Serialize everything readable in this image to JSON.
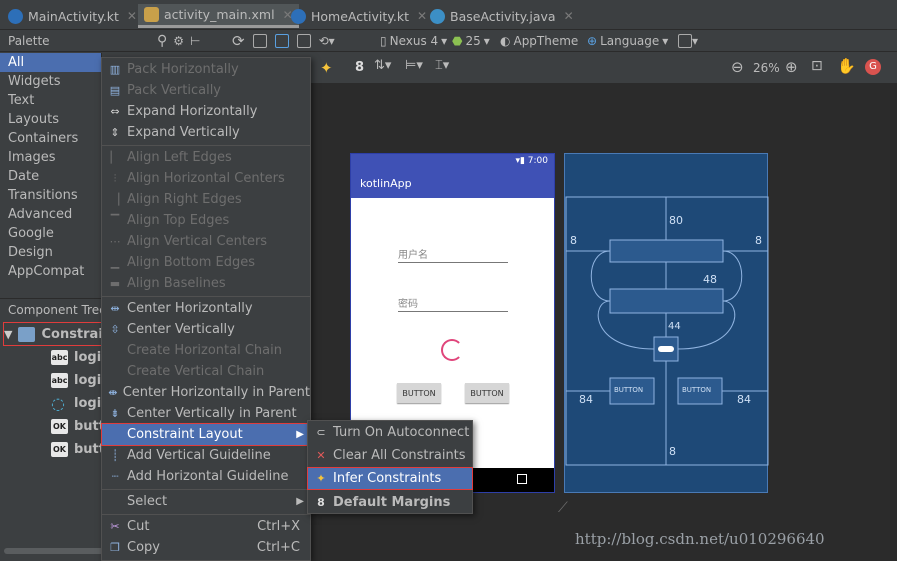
{
  "tabs": [
    {
      "label": "MainActivity.kt",
      "icon": "kotlin-file-icon",
      "active": false
    },
    {
      "label": "activity_main.xml",
      "icon": "xml-file-icon",
      "active": true
    },
    {
      "label": "HomeActivity.kt",
      "icon": "kotlin-file-icon",
      "active": false
    },
    {
      "label": "BaseActivity.java",
      "icon": "java-class-icon",
      "active": false
    }
  ],
  "toolbar": {
    "palette_label": "Palette",
    "device": "Nexus 4",
    "api_level": "25",
    "theme": "AppTheme",
    "language": "Language"
  },
  "categories": [
    "All",
    "Widgets",
    "Text",
    "Layouts",
    "Containers",
    "Images",
    "Date",
    "Transitions",
    "Advanced",
    "Google",
    "Design",
    "AppCompat"
  ],
  "component_tree": {
    "header": "Component Tree",
    "root": "Constrai",
    "children": [
      {
        "icon": "abc",
        "label": "login"
      },
      {
        "icon": "abc",
        "label": "login"
      },
      {
        "icon": "progress",
        "label": "login"
      },
      {
        "icon": "OK",
        "label": "butto"
      },
      {
        "icon": "OK",
        "label": "butto"
      }
    ]
  },
  "design_toolbar": {
    "margin_value": "8",
    "zoom": "26%"
  },
  "phone": {
    "time": "7:00",
    "app_title": "kotlinApp",
    "username_hint": "用户名",
    "password_hint": "密码",
    "button1": "BUTTON",
    "button2": "BUTTON"
  },
  "blueprint": {
    "top_margin": "80",
    "left_margin": "8",
    "right_margin": "8",
    "mid_margin": "48",
    "progress_margin": "44",
    "button_left_margin": "84",
    "button_right_margin": "84",
    "bottom_margin": "8",
    "button1": "BUTTON",
    "button2": "BUTTON"
  },
  "context_menu": {
    "items": [
      {
        "label": "Pack Horizontally",
        "enabled": false
      },
      {
        "label": "Pack Vertically",
        "enabled": false
      },
      {
        "label": "Expand Horizontally",
        "enabled": true
      },
      {
        "label": "Expand Vertically",
        "enabled": true
      },
      {
        "label": "Align Left Edges",
        "enabled": false
      },
      {
        "label": "Align Horizontal Centers",
        "enabled": false
      },
      {
        "label": "Align Right Edges",
        "enabled": false
      },
      {
        "label": "Align Top Edges",
        "enabled": false
      },
      {
        "label": "Align Vertical Centers",
        "enabled": false
      },
      {
        "label": "Align Bottom Edges",
        "enabled": false
      },
      {
        "label": "Align Baselines",
        "enabled": false
      },
      {
        "label": "Center Horizontally",
        "enabled": true
      },
      {
        "label": "Center Vertically",
        "enabled": true
      },
      {
        "label": "Create Horizontal Chain",
        "enabled": false
      },
      {
        "label": "Create Vertical Chain",
        "enabled": false
      },
      {
        "label": "Center Horizontally in Parent",
        "enabled": true
      },
      {
        "label": "Center Vertically in Parent",
        "enabled": true
      },
      {
        "label": "Constraint Layout",
        "enabled": true,
        "highlighted": true,
        "submenu": true
      },
      {
        "label": "Add Vertical Guideline",
        "enabled": true
      },
      {
        "label": "Add Horizontal Guideline",
        "enabled": true
      },
      {
        "label": "Select",
        "enabled": true,
        "submenu": true
      },
      {
        "label": "Cut",
        "enabled": true,
        "shortcut": "Ctrl+X"
      },
      {
        "label": "Copy",
        "enabled": true,
        "shortcut": "Ctrl+C"
      }
    ]
  },
  "submenu": {
    "items": [
      {
        "label": "Turn On Autoconnect"
      },
      {
        "label": "Clear All Constraints"
      },
      {
        "label": "Infer Constraints",
        "highlighted": true
      },
      {
        "label": "Default Margins",
        "prefix": "8"
      }
    ]
  },
  "watermark": "http://blog.csdn.net/u010296640",
  "colors": {
    "accent": "#4b6eaf",
    "outline": "#e03c3c",
    "blueprint": "#1e4977",
    "appbar": "#3f51b5"
  }
}
